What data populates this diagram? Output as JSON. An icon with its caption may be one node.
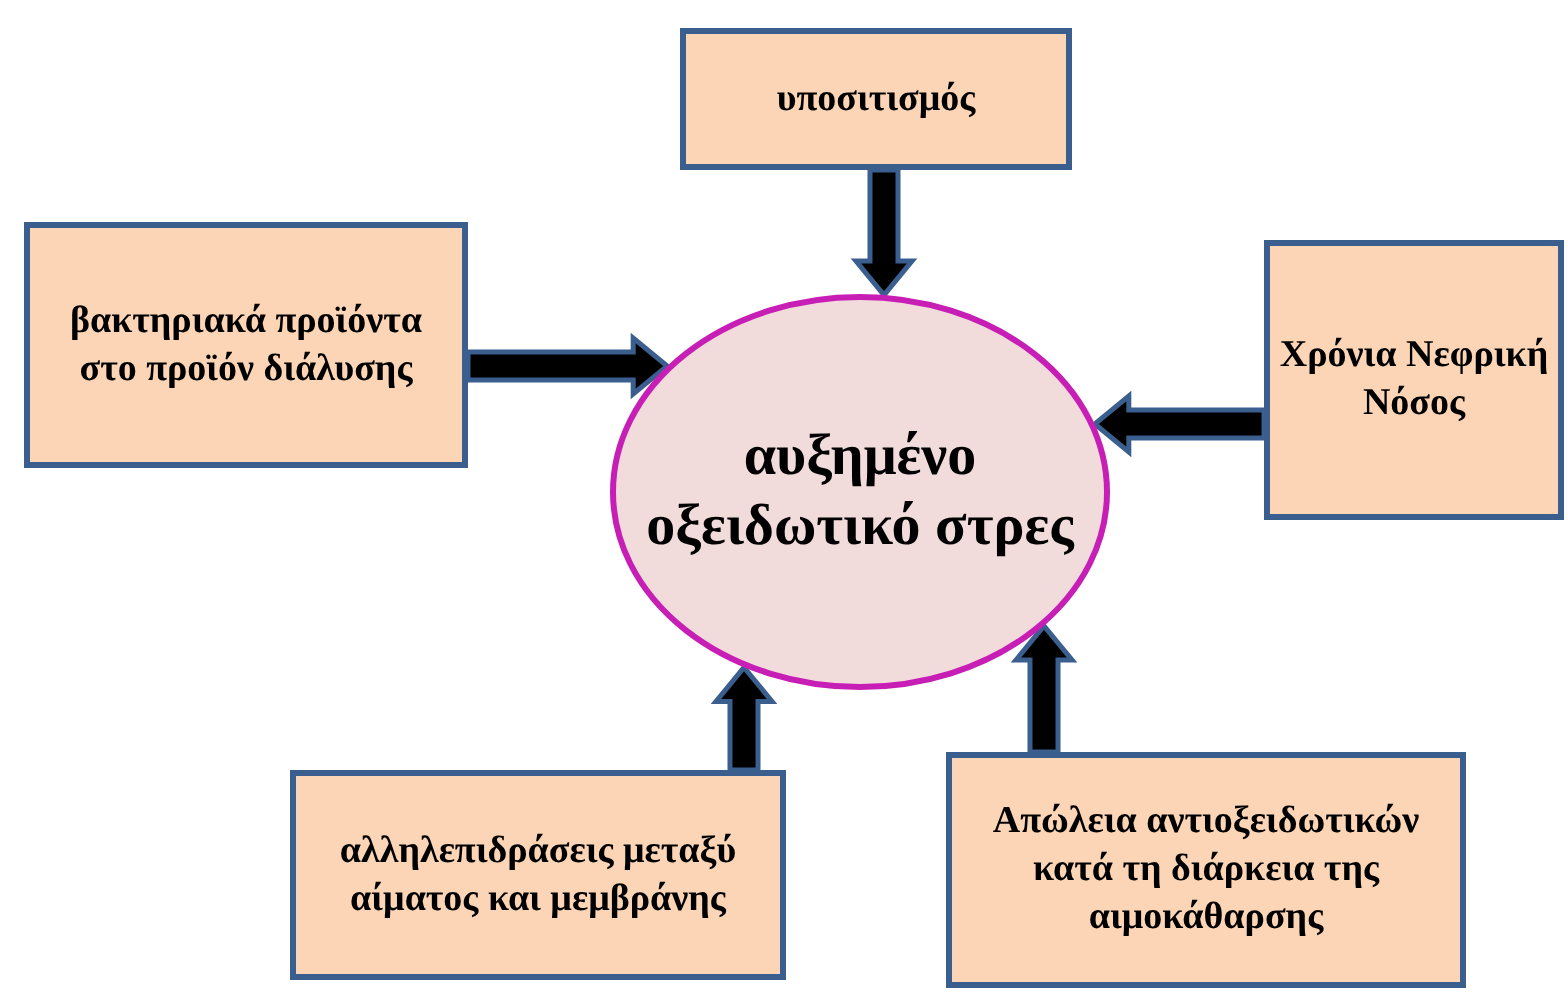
{
  "diagram": {
    "nodes": [
      {
        "text": [
          "υποσιτισμός"
        ]
      },
      {
        "text": [
          "βακτηριακά προϊόντα στο προϊόν διάλυσης"
        ]
      },
      {
        "text": [
          "αυξημένο οξειδωτικό στρες"
        ]
      },
      {
        "text": [
          "Χρόνια Νεφρική Νόσος"
        ]
      },
      {
        "text": [
          "αλληλεπιδράσεις μεταξύ αίματος και μεμβράνης"
        ]
      },
      {
        "text": [
          "Απώλεια αντιοξειδωτικών κατά τη διάρκεια της αιμοκάθαρσης"
        ]
      }
    ],
    "edges": [
      {
        "from": 0,
        "to": 2,
        "arrow": "to"
      },
      {
        "from": 1,
        "to": 2,
        "arrow": "to"
      },
      {
        "from": 3,
        "to": 2,
        "arrow": "to"
      },
      {
        "from": 4,
        "to": 2,
        "arrow": "to"
      },
      {
        "from": 5,
        "to": 2,
        "arrow": "to"
      }
    ]
  }
}
